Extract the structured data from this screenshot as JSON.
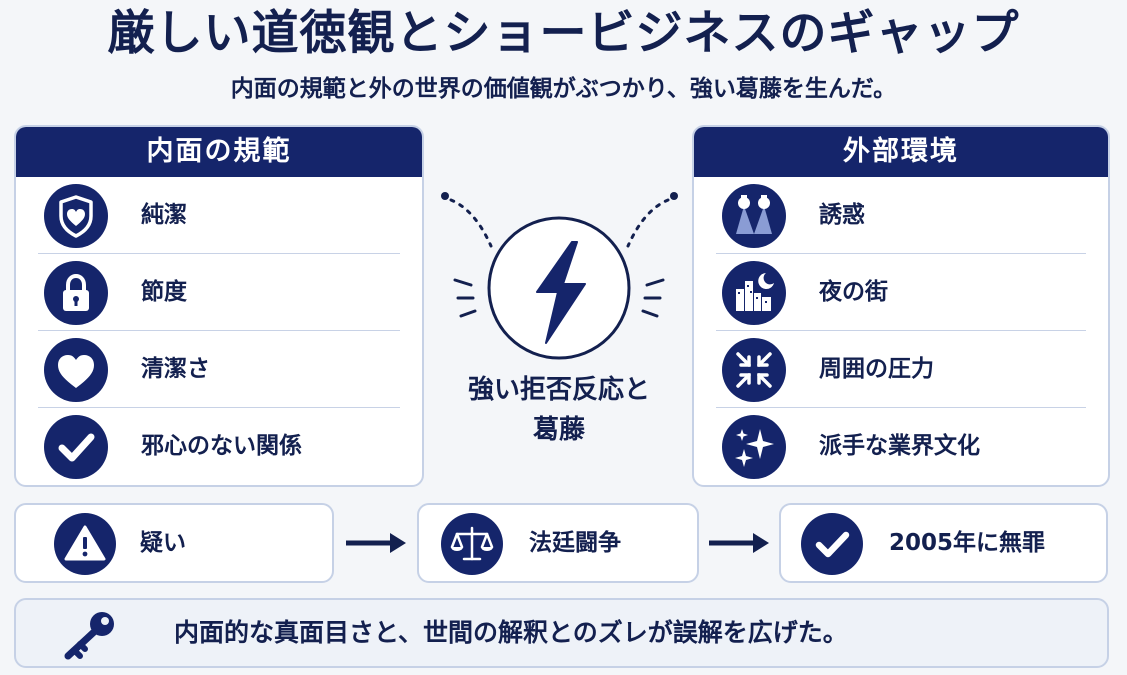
{
  "header": {
    "title": "厳しい道徳観とショービジネスのギャップ",
    "subtitle": "内面の規範と外の世界の価値観がぶつかり、強い葛藤を生んだ。"
  },
  "inner_panel": {
    "title": "内面の規範",
    "items": [
      {
        "label": "純潔",
        "icon": "shield-heart-icon"
      },
      {
        "label": "節度",
        "icon": "lock-icon"
      },
      {
        "label": "清潔さ",
        "icon": "heart-icon"
      },
      {
        "label": "邪心のない関係",
        "icon": "check-icon"
      }
    ]
  },
  "outer_panel": {
    "title": "外部環境",
    "items": [
      {
        "label": "誘惑",
        "icon": "spotlight-icon"
      },
      {
        "label": "夜の街",
        "icon": "night-city-icon"
      },
      {
        "label": "周囲の圧力",
        "icon": "pressure-arrows-icon"
      },
      {
        "label": "派手な業界文化",
        "icon": "sparkles-icon"
      }
    ]
  },
  "conflict": {
    "line1": "強い拒否反応と",
    "line2": "葛藤",
    "icon": "lightning-icon"
  },
  "flow": [
    {
      "label": "疑い",
      "icon": "warning-icon"
    },
    {
      "label": "法廷闘争",
      "icon": "scales-icon"
    },
    {
      "label": "2005年に無罪",
      "icon": "check-icon"
    }
  ],
  "conclusion": {
    "text": "内面的な真面目さと、世間の解釈とのズレが誤解を広げた。",
    "icon": "key-icon"
  },
  "colors": {
    "navy": "#15256b",
    "border": "#c6d1e6",
    "background": "#f4f6f9"
  }
}
